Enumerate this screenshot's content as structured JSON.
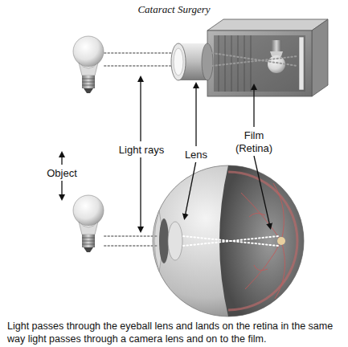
{
  "diagram": {
    "title": "Cataract Surgery",
    "caption": "Light passes through the eyeball lens and lands on the retina in the same way light passes through a camera lens and on to the film.",
    "labels": [
      "Object",
      "Light rays",
      "Lens",
      "Film (Retina)"
    ]
  }
}
